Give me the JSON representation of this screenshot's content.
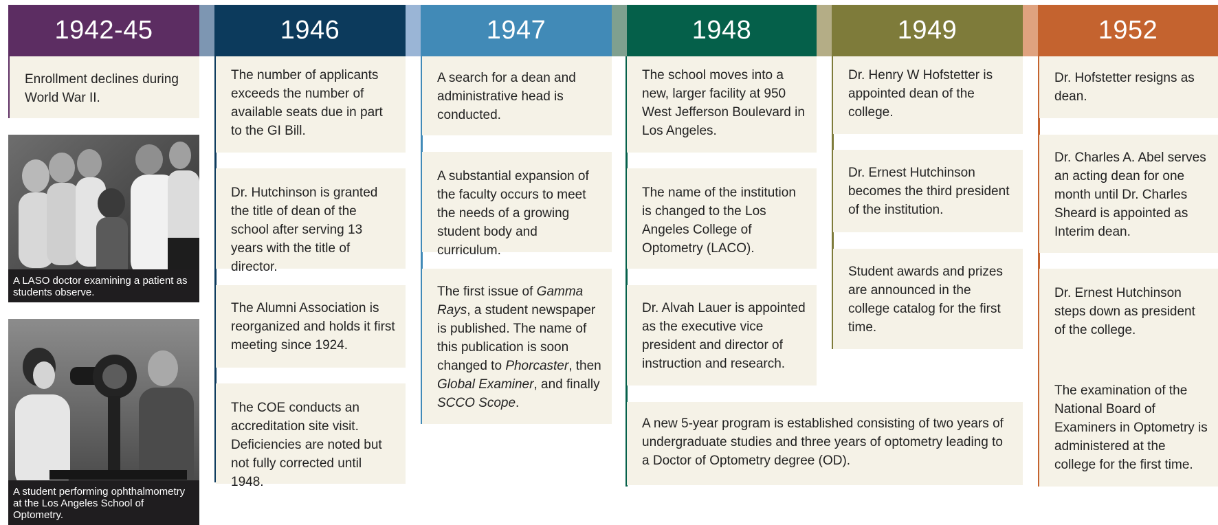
{
  "timeline": {
    "columns": [
      {
        "year": "1942-45",
        "color": "#5c2d62"
      },
      {
        "year": "1946",
        "color": "#0c3a5c"
      },
      {
        "year": "1947",
        "color": "#418ab7"
      },
      {
        "year": "1948",
        "color": "#05604a"
      },
      {
        "year": "1949",
        "color": "#7e7b3a"
      },
      {
        "year": "1952",
        "color": "#c4632f"
      }
    ],
    "gap_colors": [
      "#7d96b2",
      "#9ab5d6",
      "#7fa08f",
      "#b4ad86",
      "#dfa27f"
    ],
    "col_1942": {
      "events": [
        "Enrollment declines during World War II."
      ],
      "photos": [
        {
          "caption": "A LASO doctor examining a patient as students observe."
        },
        {
          "caption": "A student performing ophthalmometry at the Los Angeles School of Optometry."
        }
      ]
    },
    "col_1946": {
      "events": [
        "The number of applicants exceeds the number of available seats due in part to the GI Bill.",
        "Dr. Hutchinson is granted the title of dean of the school after serving 13 years with the title of director.",
        "The Alumni Association is reorganized and holds it first meeting since 1924.",
        "The COE conducts an accreditation site visit. Deficiencies are noted but not fully corrected until 1948."
      ]
    },
    "col_1947": {
      "events": [
        "A search for a dean and administrative head is conducted.",
        "A substantial expansion of the faculty occurs to meet the needs of a growing student body and curriculum."
      ],
      "gamma": {
        "t1": "The first issue of ",
        "i1": "Gamma Rays",
        "t2": ", a student newspaper is published. The name of this publication is soon changed to ",
        "i2": "Phorcaster",
        "t3": ", then ",
        "i3": "Global Examiner",
        "t4": ", and finally ",
        "i4": "SCCO Scope",
        "t5": "."
      }
    },
    "col_1948": {
      "events": [
        "The school moves into a new, larger facility at 950 West Jefferson Boulevard in Los Angeles.",
        "The name of the institution is changed to the Los Angeles College of Optometry (LACO).",
        "Dr. Alvah Lauer is appointed as the executive vice president and director of instruction and research."
      ],
      "wide": "A new 5-year program is established consisting of two years of undergraduate studies and three years of optometry leading to a Doctor of Optometry degree (OD)."
    },
    "col_1949": {
      "events": [
        "Dr. Henry W Hofstetter is appointed dean of the college.",
        "Dr. Ernest Hutchinson becomes the third president of the institution.",
        "Student awards and prizes are announced in the college catalog for the first time."
      ]
    },
    "col_1952": {
      "events": [
        "Dr. Hofstetter resigns as dean.",
        "Dr. Charles A. Abel serves an acting dean for one month until Dr. Charles Sheard is appointed as Interim dean.",
        "Dr. Ernest Hutchinson steps down as president of the college.",
        "The examination of the National Board of Examiners in Optometry is administered at the college for the first time."
      ]
    }
  }
}
